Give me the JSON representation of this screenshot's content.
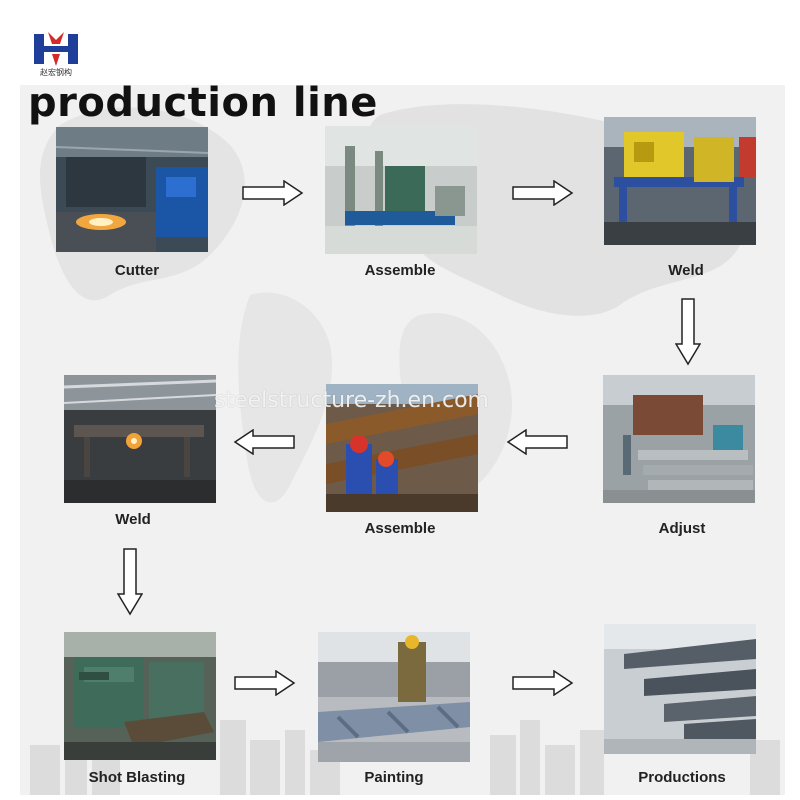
{
  "logo": {
    "letter": "H",
    "caption": "赵宏钢构"
  },
  "title": "production line",
  "watermark": "steelstructure-zh.en.com",
  "steps": [
    {
      "label": "Cutter"
    },
    {
      "label": "Assemble"
    },
    {
      "label": "Weld"
    },
    {
      "label": "Adjust"
    },
    {
      "label": "Assemble"
    },
    {
      "label": "Weld"
    },
    {
      "label": "Shot Blasting"
    },
    {
      "label": "Painting"
    },
    {
      "label": "Productions"
    }
  ],
  "icons": [
    "arrow-right-icon",
    "arrow-down-icon",
    "arrow-left-icon"
  ],
  "colors": {
    "logo_red": "#d42a2a",
    "logo_blue": "#1f3e9a",
    "title": "#111111"
  }
}
